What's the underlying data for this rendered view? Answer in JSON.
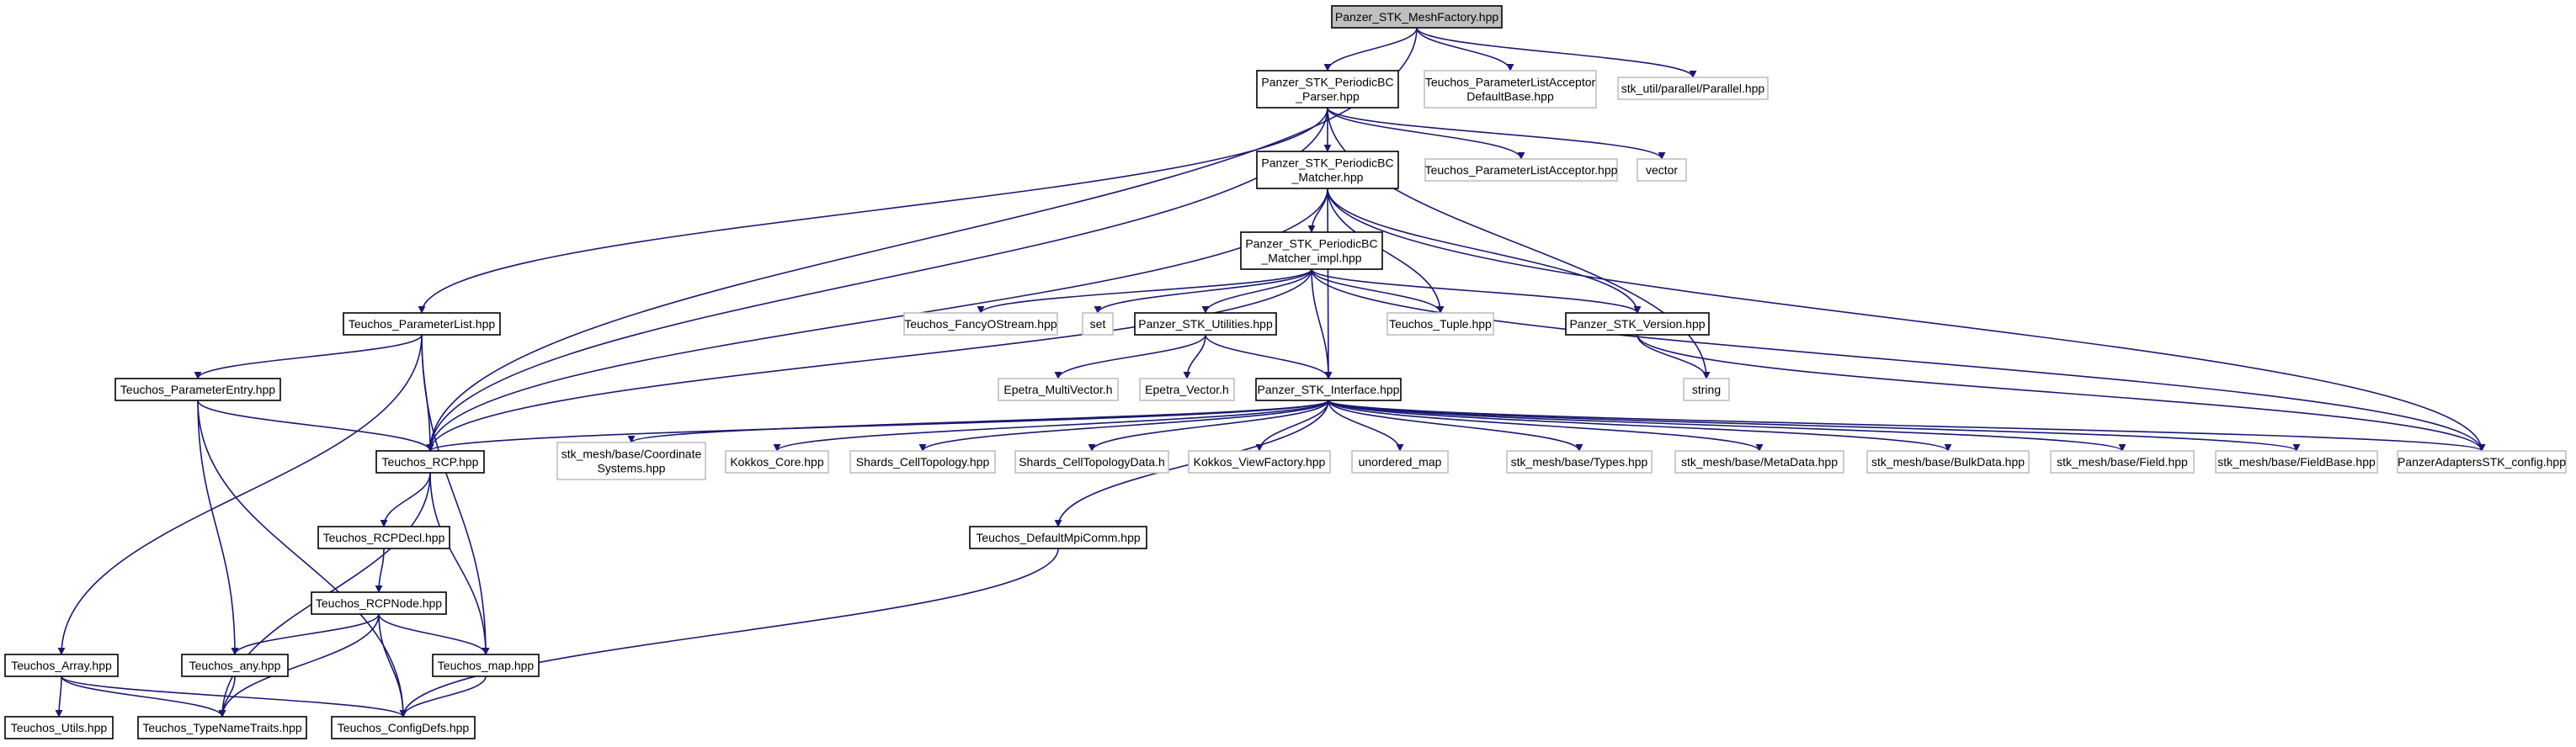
{
  "diagram": {
    "type": "include-dependency-graph",
    "colors": {
      "edge": "#191970",
      "root_fill": "#bfbfbf",
      "documented_border": "#000000",
      "external_border": "#bfbfbf"
    },
    "nodes": [
      {
        "id": "mesh_factory",
        "lines": [
          "Panzer_STK_MeshFactory.hpp"
        ],
        "kind": "root"
      },
      {
        "id": "periodic_parser",
        "lines": [
          "Panzer_STK_PeriodicBC",
          "_Parser.hpp"
        ],
        "kind": "doc"
      },
      {
        "id": "acceptor_default",
        "lines": [
          "Teuchos_ParameterListAcceptor",
          "DefaultBase.hpp"
        ],
        "kind": "ext"
      },
      {
        "id": "parallel",
        "lines": [
          "stk_util/parallel/Parallel.hpp"
        ],
        "kind": "ext"
      },
      {
        "id": "periodic_matcher",
        "lines": [
          "Panzer_STK_PeriodicBC",
          "_Matcher.hpp"
        ],
        "kind": "doc"
      },
      {
        "id": "acceptor",
        "lines": [
          "Teuchos_ParameterListAcceptor.hpp"
        ],
        "kind": "ext"
      },
      {
        "id": "vector",
        "lines": [
          "vector"
        ],
        "kind": "ext"
      },
      {
        "id": "matcher_impl",
        "lines": [
          "Panzer_STK_PeriodicBC",
          "_Matcher_impl.hpp"
        ],
        "kind": "doc"
      },
      {
        "id": "param_list",
        "lines": [
          "Teuchos_ParameterList.hpp"
        ],
        "kind": "doc"
      },
      {
        "id": "fancy_ostream",
        "lines": [
          "Teuchos_FancyOStream.hpp"
        ],
        "kind": "ext"
      },
      {
        "id": "set",
        "lines": [
          "set"
        ],
        "kind": "ext"
      },
      {
        "id": "stk_utilities",
        "lines": [
          "Panzer_STK_Utilities.hpp"
        ],
        "kind": "doc"
      },
      {
        "id": "tuple",
        "lines": [
          "Teuchos_Tuple.hpp"
        ],
        "kind": "ext"
      },
      {
        "id": "stk_version",
        "lines": [
          "Panzer_STK_Version.hpp"
        ],
        "kind": "doc"
      },
      {
        "id": "string",
        "lines": [
          "string"
        ],
        "kind": "ext"
      },
      {
        "id": "param_entry",
        "lines": [
          "Teuchos_ParameterEntry.hpp"
        ],
        "kind": "doc"
      },
      {
        "id": "multivector",
        "lines": [
          "Epetra_MultiVector.h"
        ],
        "kind": "ext"
      },
      {
        "id": "epetra_vector",
        "lines": [
          "Epetra_Vector.h"
        ],
        "kind": "ext"
      },
      {
        "id": "stk_interface",
        "lines": [
          "Panzer_STK_Interface.hpp"
        ],
        "kind": "doc"
      },
      {
        "id": "rcp",
        "lines": [
          "Teuchos_RCP.hpp"
        ],
        "kind": "doc"
      },
      {
        "id": "coord_systems",
        "lines": [
          "stk_mesh/base/Coordinate",
          "Systems.hpp"
        ],
        "kind": "ext"
      },
      {
        "id": "kokkos_core",
        "lines": [
          "Kokkos_Core.hpp"
        ],
        "kind": "ext"
      },
      {
        "id": "cell_topology",
        "lines": [
          "Shards_CellTopology.hpp"
        ],
        "kind": "ext"
      },
      {
        "id": "cell_topology_data",
        "lines": [
          "Shards_CellTopologyData.h"
        ],
        "kind": "ext"
      },
      {
        "id": "view_factory",
        "lines": [
          "Kokkos_ViewFactory.hpp"
        ],
        "kind": "ext"
      },
      {
        "id": "unordered_map",
        "lines": [
          "unordered_map"
        ],
        "kind": "ext"
      },
      {
        "id": "types",
        "lines": [
          "stk_mesh/base/Types.hpp"
        ],
        "kind": "ext"
      },
      {
        "id": "metadata",
        "lines": [
          "stk_mesh/base/MetaData.hpp"
        ],
        "kind": "ext"
      },
      {
        "id": "bulkdata",
        "lines": [
          "stk_mesh/base/BulkData.hpp"
        ],
        "kind": "ext"
      },
      {
        "id": "field",
        "lines": [
          "stk_mesh/base/Field.hpp"
        ],
        "kind": "ext"
      },
      {
        "id": "fieldbase",
        "lines": [
          "stk_mesh/base/FieldBase.hpp"
        ],
        "kind": "ext"
      },
      {
        "id": "adapters_config",
        "lines": [
          "PanzerAdaptersSTK_config.hpp"
        ],
        "kind": "ext"
      },
      {
        "id": "rcp_decl",
        "lines": [
          "Teuchos_RCPDecl.hpp"
        ],
        "kind": "doc"
      },
      {
        "id": "default_mpi_comm",
        "lines": [
          "Teuchos_DefaultMpiComm.hpp"
        ],
        "kind": "doc"
      },
      {
        "id": "rcp_node",
        "lines": [
          "Teuchos_RCPNode.hpp"
        ],
        "kind": "doc"
      },
      {
        "id": "teuchos_array",
        "lines": [
          "Teuchos_Array.hpp"
        ],
        "kind": "doc"
      },
      {
        "id": "teuchos_any",
        "lines": [
          "Teuchos_any.hpp"
        ],
        "kind": "doc"
      },
      {
        "id": "teuchos_map",
        "lines": [
          "Teuchos_map.hpp"
        ],
        "kind": "doc"
      },
      {
        "id": "teuchos_utils",
        "lines": [
          "Teuchos_Utils.hpp"
        ],
        "kind": "doc"
      },
      {
        "id": "type_name_traits",
        "lines": [
          "Teuchos_TypeNameTraits.hpp"
        ],
        "kind": "doc"
      },
      {
        "id": "config_defs",
        "lines": [
          "Teuchos_ConfigDefs.hpp"
        ],
        "kind": "doc"
      }
    ],
    "edges": [
      [
        "mesh_factory",
        "periodic_parser"
      ],
      [
        "mesh_factory",
        "acceptor_default"
      ],
      [
        "mesh_factory",
        "parallel"
      ],
      [
        "mesh_factory",
        "rcp"
      ],
      [
        "periodic_parser",
        "periodic_matcher"
      ],
      [
        "periodic_parser",
        "acceptor"
      ],
      [
        "periodic_parser",
        "vector"
      ],
      [
        "periodic_parser",
        "string"
      ],
      [
        "periodic_parser",
        "param_list"
      ],
      [
        "periodic_parser",
        "rcp"
      ],
      [
        "periodic_matcher",
        "matcher_impl"
      ],
      [
        "periodic_matcher",
        "tuple"
      ],
      [
        "periodic_matcher",
        "stk_version"
      ],
      [
        "periodic_matcher",
        "stk_interface"
      ],
      [
        "periodic_matcher",
        "adapters_config"
      ],
      [
        "periodic_matcher",
        "rcp"
      ],
      [
        "matcher_impl",
        "fancy_ostream"
      ],
      [
        "matcher_impl",
        "set"
      ],
      [
        "matcher_impl",
        "stk_utilities"
      ],
      [
        "matcher_impl",
        "tuple"
      ],
      [
        "matcher_impl",
        "stk_version"
      ],
      [
        "matcher_impl",
        "stk_interface"
      ],
      [
        "matcher_impl",
        "adapters_config"
      ],
      [
        "matcher_impl",
        "rcp"
      ],
      [
        "stk_version",
        "string"
      ],
      [
        "stk_version",
        "adapters_config"
      ],
      [
        "stk_utilities",
        "multivector"
      ],
      [
        "stk_utilities",
        "epetra_vector"
      ],
      [
        "stk_utilities",
        "stk_interface"
      ],
      [
        "param_list",
        "param_entry"
      ],
      [
        "param_list",
        "rcp"
      ],
      [
        "param_list",
        "teuchos_map"
      ],
      [
        "param_list",
        "teuchos_array"
      ],
      [
        "param_entry",
        "rcp"
      ],
      [
        "param_entry",
        "teuchos_any"
      ],
      [
        "param_entry",
        "config_defs"
      ],
      [
        "stk_interface",
        "rcp"
      ],
      [
        "stk_interface",
        "coord_systems"
      ],
      [
        "stk_interface",
        "kokkos_core"
      ],
      [
        "stk_interface",
        "cell_topology"
      ],
      [
        "stk_interface",
        "cell_topology_data"
      ],
      [
        "stk_interface",
        "view_factory"
      ],
      [
        "stk_interface",
        "unordered_map"
      ],
      [
        "stk_interface",
        "types"
      ],
      [
        "stk_interface",
        "metadata"
      ],
      [
        "stk_interface",
        "bulkdata"
      ],
      [
        "stk_interface",
        "field"
      ],
      [
        "stk_interface",
        "fieldbase"
      ],
      [
        "stk_interface",
        "adapters_config"
      ],
      [
        "stk_interface",
        "default_mpi_comm"
      ],
      [
        "rcp",
        "rcp_decl"
      ],
      [
        "rcp",
        "teuchos_map"
      ],
      [
        "rcp",
        "type_name_traits"
      ],
      [
        "rcp_decl",
        "rcp_node"
      ],
      [
        "rcp_node",
        "teuchos_any"
      ],
      [
        "rcp_node",
        "teuchos_map"
      ],
      [
        "rcp_node",
        "type_name_traits"
      ],
      [
        "rcp_node",
        "config_defs"
      ],
      [
        "default_mpi_comm",
        "config_defs"
      ],
      [
        "teuchos_array",
        "teuchos_utils"
      ],
      [
        "teuchos_array",
        "type_name_traits"
      ],
      [
        "teuchos_array",
        "config_defs"
      ],
      [
        "teuchos_any",
        "type_name_traits"
      ],
      [
        "teuchos_map",
        "config_defs"
      ]
    ]
  }
}
